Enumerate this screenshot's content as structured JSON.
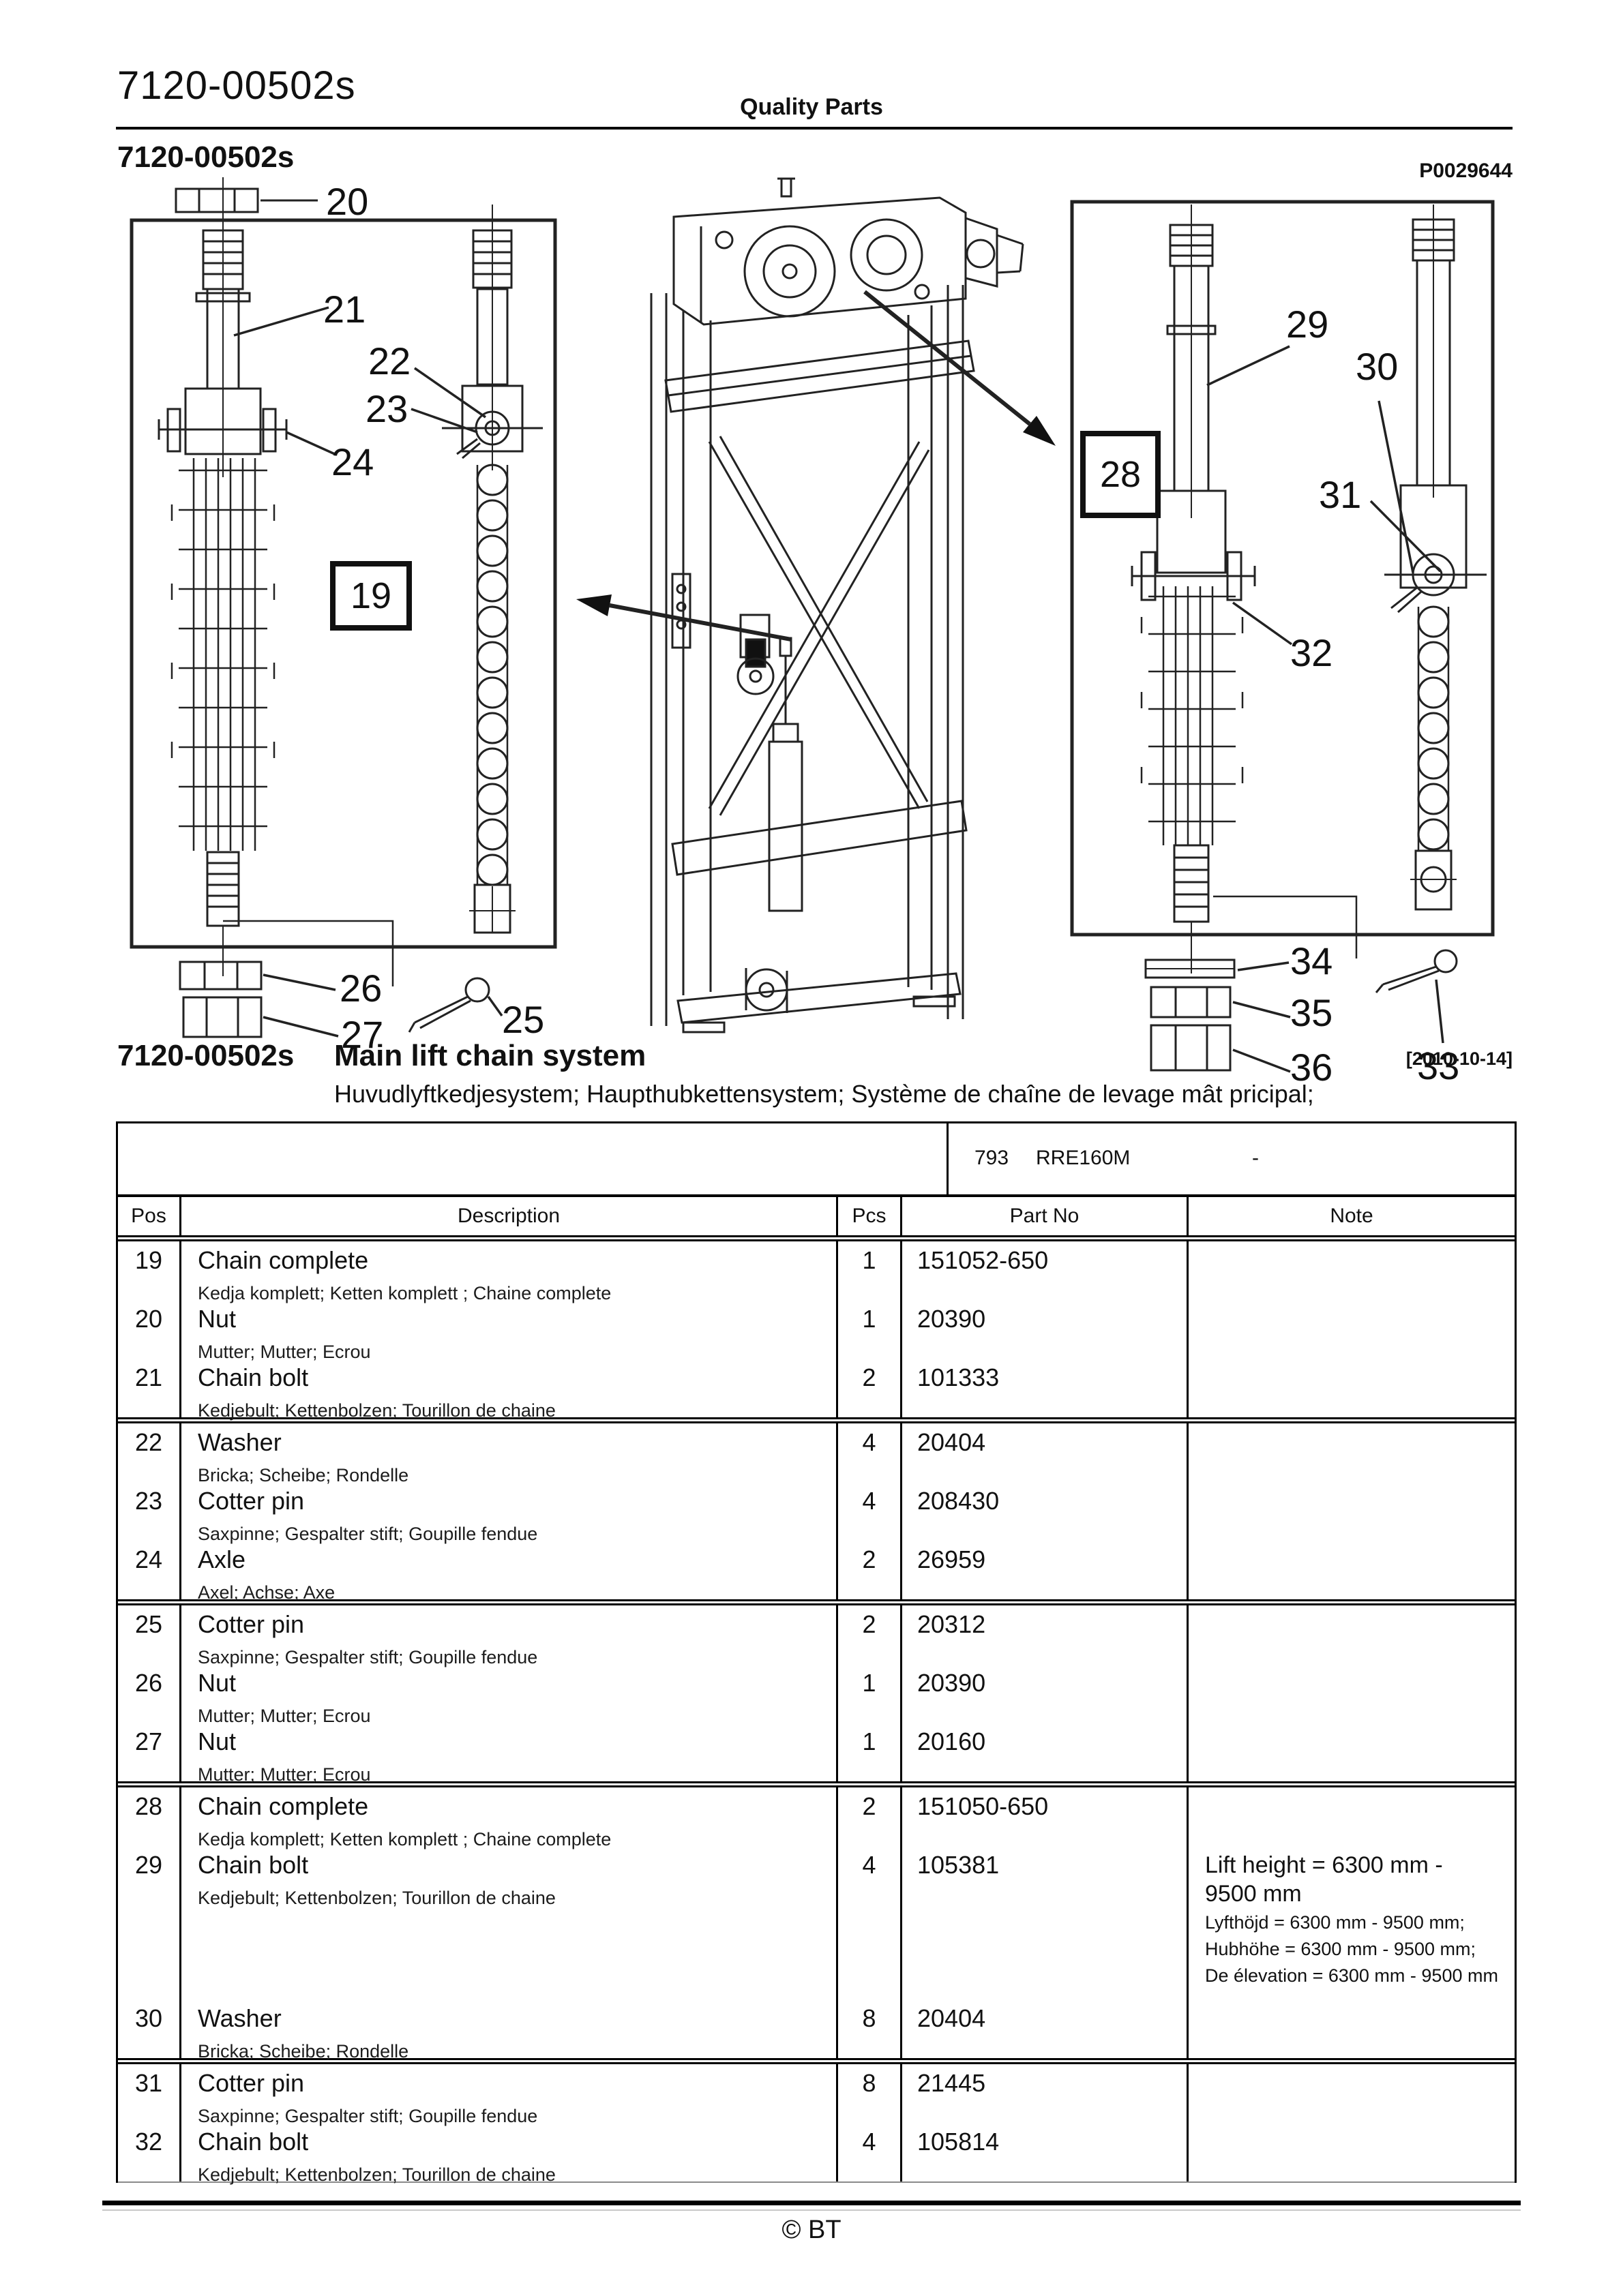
{
  "header": {
    "doc_id": "7120-00502s",
    "center": "Quality Parts",
    "section_id": "7120-00502s",
    "image_ref": "P0029644"
  },
  "section": {
    "id": "7120-00502s",
    "title": "Main lift chain system",
    "date": "[2010-10-14]",
    "subtitle": "Huvudlyftkedjesystem; Haupthubkettensystem; Système de chaîne de levage mât pricipal;"
  },
  "model_band": {
    "code": "793",
    "model": "RRE160M",
    "serial": "-"
  },
  "table": {
    "headers": {
      "pos": "Pos",
      "description": "Description",
      "pcs": "Pcs",
      "part_no": "Part No",
      "note": "Note"
    },
    "rows": [
      {
        "pos": "19",
        "description": "Chain complete",
        "description_sub": "Kedja komplett; Ketten komplett ; Chaine complete",
        "pcs": "1",
        "part_no": "151052-650",
        "note": ""
      },
      {
        "pos": "20",
        "description": "Nut",
        "description_sub": "Mutter; Mutter; Ecrou",
        "pcs": "1",
        "part_no": "20390",
        "note": ""
      },
      {
        "pos": "21",
        "description": "Chain bolt",
        "description_sub": "Kedjebult; Kettenbolzen; Tourillon de chaine",
        "pcs": "2",
        "part_no": "101333",
        "note": ""
      },
      {
        "pos": "22",
        "description": "Washer",
        "description_sub": "Bricka; Scheibe; Rondelle",
        "pcs": "4",
        "part_no": "20404",
        "note": ""
      },
      {
        "pos": "23",
        "description": "Cotter pin",
        "description_sub": "Saxpinne; Gespalter stift; Goupille fendue",
        "pcs": "4",
        "part_no": "208430",
        "note": ""
      },
      {
        "pos": "24",
        "description": "Axle",
        "description_sub": "Axel; Achse; Axe",
        "pcs": "2",
        "part_no": "26959",
        "note": ""
      },
      {
        "pos": "25",
        "description": "Cotter pin",
        "description_sub": "Saxpinne; Gespalter stift; Goupille fendue",
        "pcs": "2",
        "part_no": "20312",
        "note": ""
      },
      {
        "pos": "26",
        "description": "Nut",
        "description_sub": "Mutter; Mutter; Ecrou",
        "pcs": "1",
        "part_no": "20390",
        "note": ""
      },
      {
        "pos": "27",
        "description": "Nut",
        "description_sub": "Mutter; Mutter; Ecrou",
        "pcs": "1",
        "part_no": "20160",
        "note": ""
      },
      {
        "pos": "28",
        "description": "Chain complete",
        "description_sub": "Kedja komplett; Ketten komplett ; Chaine complete",
        "pcs": "2",
        "part_no": "151050-650",
        "note": ""
      },
      {
        "pos": "29",
        "description": "Chain bolt",
        "description_sub": "Kedjebult; Kettenbolzen; Tourillon de chaine",
        "pcs": "4",
        "part_no": "105381",
        "note": "Lift height = 6300 mm - 9500 mm",
        "note_sub": [
          "Lyfthöjd = 6300 mm - 9500 mm;",
          "Hubhöhe = 6300 mm - 9500 mm;",
          "De élevation = 6300 mm - 9500 mm"
        ]
      },
      {
        "pos": "30",
        "description": "Washer",
        "description_sub": "Bricka; Scheibe; Rondelle",
        "pcs": "8",
        "part_no": "20404",
        "note": ""
      },
      {
        "pos": "31",
        "description": "Cotter pin",
        "description_sub": "Saxpinne; Gespalter stift; Goupille fendue",
        "pcs": "8",
        "part_no": "21445",
        "note": ""
      },
      {
        "pos": "32",
        "description": "Chain bolt",
        "description_sub": "Kedjebult; Kettenbolzen; Tourillon de chaine",
        "pcs": "4",
        "part_no": "105814",
        "note": ""
      }
    ]
  },
  "diagram": {
    "callouts": {
      "c19": "19",
      "c20": "20",
      "c21": "21",
      "c22": "22",
      "c23": "23",
      "c24": "24",
      "c25": "25",
      "c26": "26",
      "c27": "27",
      "c28": "28",
      "c29": "29",
      "c30": "30",
      "c31": "31",
      "c32": "32",
      "c33": "33",
      "c34": "34",
      "c35": "35",
      "c36": "36"
    }
  },
  "footer": {
    "copyright": "© BT"
  }
}
